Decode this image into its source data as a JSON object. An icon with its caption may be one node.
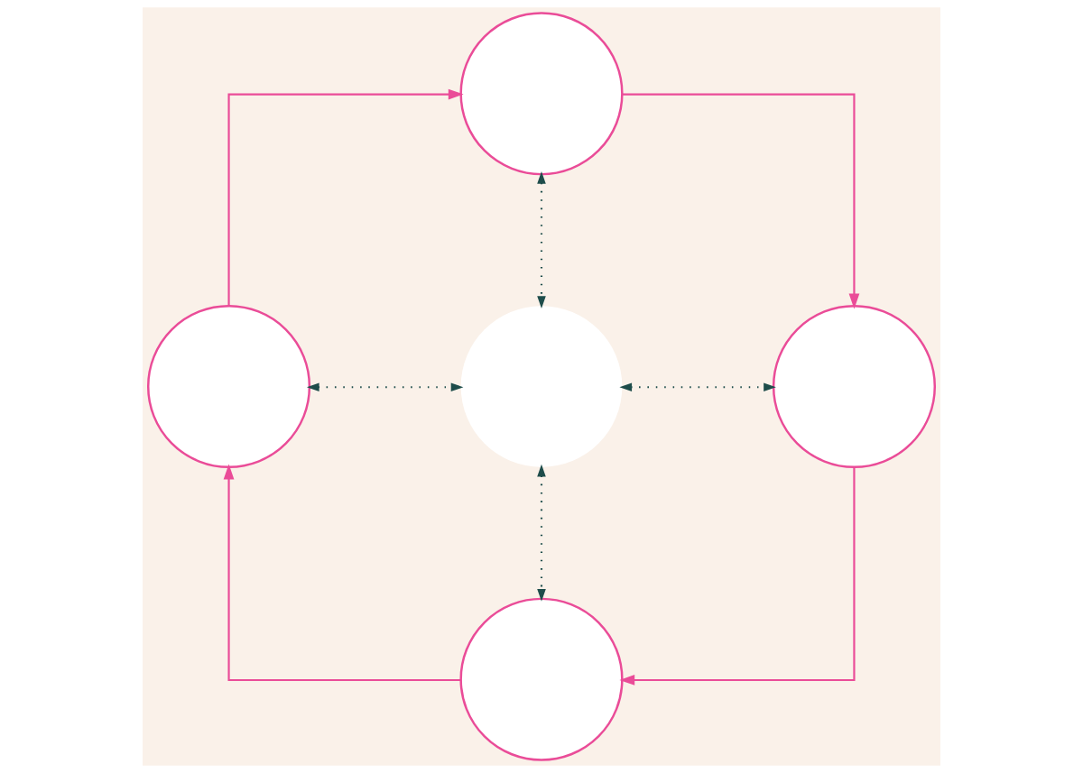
{
  "diagram": {
    "nodes": [
      {
        "text": [],
        "shape": "circle"
      },
      {
        "text": [],
        "shape": "circle"
      },
      {
        "text": [],
        "shape": "circle"
      },
      {
        "text": [],
        "shape": "circle"
      },
      {
        "text": [],
        "shape": "circle"
      }
    ],
    "edges": [
      {
        "from": 0,
        "to": 3,
        "arrow": "to"
      },
      {
        "from": 3,
        "to": 4,
        "arrow": "to"
      },
      {
        "from": 4,
        "to": 1,
        "arrow": "to"
      },
      {
        "from": 1,
        "to": 0,
        "arrow": "to"
      },
      {
        "from": 0,
        "to": 2,
        "arrow": "both",
        "style": "dashed",
        "color": "#1e4d4b"
      },
      {
        "from": 1,
        "to": 2,
        "arrow": "both",
        "style": "dashed",
        "color": "#1e4d4b"
      },
      {
        "from": 2,
        "to": 3,
        "arrow": "both",
        "style": "dashed",
        "color": "#1e4d4b"
      },
      {
        "from": 2,
        "to": 4,
        "arrow": "both",
        "style": "dashed",
        "color": "#1e4d4b"
      }
    ]
  }
}
